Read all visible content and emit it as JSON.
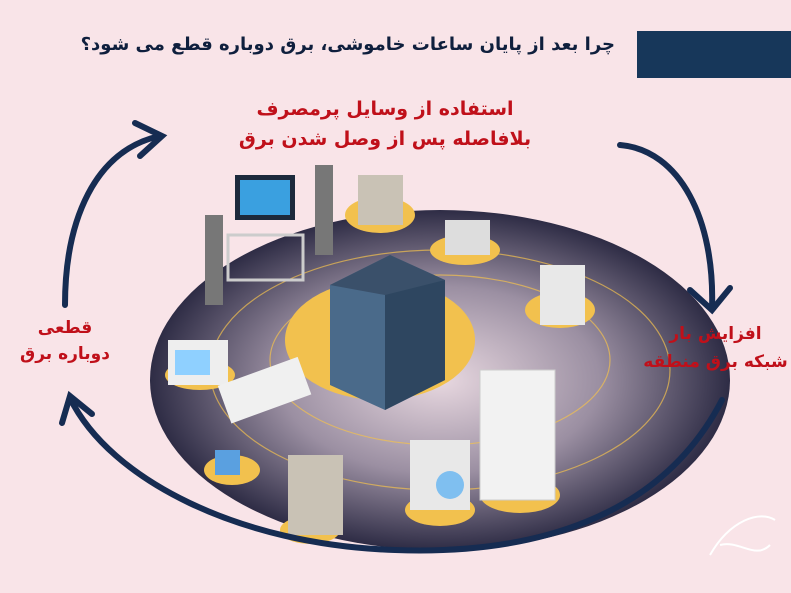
{
  "header": {
    "title": "چرا بعد از پایان ساعات خاموشی، برق دوباره قطع می شود؟"
  },
  "cycle": {
    "step_top": {
      "line1": "استفاده از وسایل پرمصرف",
      "line2": "بلافاصله پس از وصل شدن برق"
    },
    "step_right": {
      "line1": "افزایش بار",
      "line2": "شبکه برق منطقه"
    },
    "step_left": {
      "line1": "قطعی",
      "line2": "دوباره برق"
    }
  },
  "colors": {
    "background": "#f9e4e8",
    "navy": "#17375a",
    "red": "#c0101a",
    "gold": "#f2c14e"
  },
  "icons": [
    "building-icon",
    "tv-icon",
    "speaker-icon",
    "fridge-icon",
    "washing-machine-icon",
    "dishwasher-icon",
    "laptop-icon",
    "air-conditioner-icon",
    "microwave-icon",
    "stove-icon",
    "stereo-icon",
    "cabinet-icon"
  ]
}
